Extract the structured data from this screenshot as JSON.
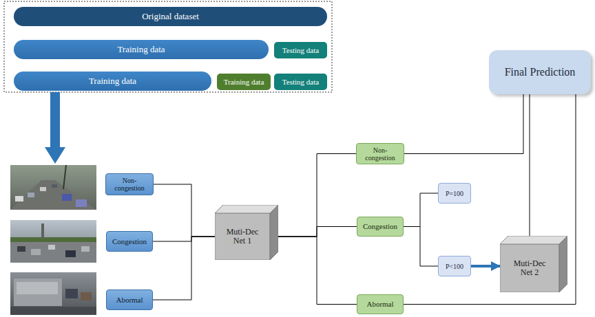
{
  "diagram": {
    "nodes": [
      {
        "text": [
          "Original dataset"
        ]
      },
      {
        "text": [
          "Training data"
        ]
      },
      {
        "text": [
          "Testing data"
        ]
      },
      {
        "text": [
          "Training data"
        ]
      },
      {
        "text": [
          "Training data"
        ]
      },
      {
        "text": [
          "Testing data"
        ]
      },
      {
        "text": [
          "Final Prediction"
        ]
      },
      {
        "text": [
          "Non- congestion"
        ]
      },
      {
        "text": [
          "Congestion"
        ]
      },
      {
        "text": [
          "Abormal"
        ]
      },
      {
        "text": [
          "Muti-Dec Net 1"
        ]
      },
      {
        "text": [
          "Non- congestion"
        ]
      },
      {
        "text": [
          "Congestion"
        ]
      },
      {
        "text": [
          "P=100"
        ]
      },
      {
        "text": [
          "P<100"
        ]
      },
      {
        "text": [
          "Muti-Dec Net 2"
        ]
      },
      {
        "text": [
          "Abormal"
        ]
      }
    ],
    "edges": [
      {
        "from": 7,
        "to": 10,
        "arrow": "none"
      },
      {
        "from": 8,
        "to": 10,
        "arrow": "none"
      },
      {
        "from": 9,
        "to": 10,
        "arrow": "none"
      },
      {
        "from": 10,
        "to": 11,
        "arrow": "none"
      },
      {
        "from": 10,
        "to": 12,
        "arrow": "none"
      },
      {
        "from": 10,
        "to": 16,
        "arrow": "none"
      },
      {
        "from": 12,
        "to": 13,
        "arrow": "none"
      },
      {
        "from": 12,
        "to": 14,
        "arrow": "none"
      },
      {
        "from": 14,
        "to": 15,
        "arrow": "to"
      },
      {
        "from": 11,
        "to": 6,
        "arrow": "none"
      },
      {
        "from": 15,
        "to": 6,
        "arrow": "none"
      },
      {
        "from": 16,
        "to": 6,
        "arrow": "none"
      }
    ]
  }
}
